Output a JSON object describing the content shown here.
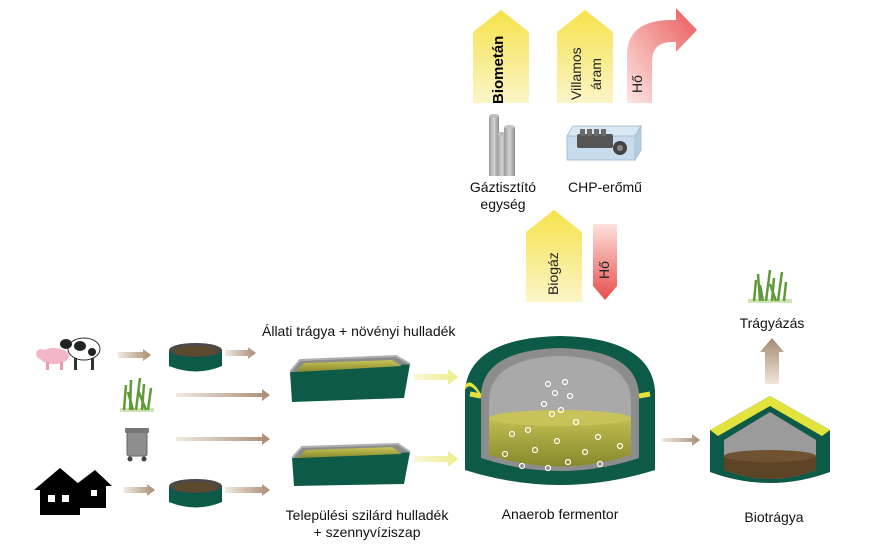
{
  "products": {
    "biomethane": "Biometán",
    "electricity_line1": "Villamos",
    "electricity_line2": "áram",
    "heat_top": "Hő"
  },
  "units": {
    "gas_cleaning_line1": "Gáztisztító",
    "gas_cleaning_line2": "egység",
    "chp": "CHP-erőmű"
  },
  "flows": {
    "biogas": "Biogáz",
    "heat": "Hő"
  },
  "inputs": {
    "manure_plant": "Állati trágya + növényi hulladék",
    "municipal_line1": "Települési szilárd hulladék",
    "municipal_line2": "+ szennyvíziszap"
  },
  "process": {
    "fermenter": "Anaerob fermentor",
    "digestate": "Biotrágya",
    "fertilization": "Trágyázás"
  },
  "colors": {
    "tank_green": "#0e5a48",
    "slurry": "#a9a843",
    "arrow_brown": "#b59c85",
    "arrow_yellow": "#f7ea7a",
    "arrow_red": "#ee6d6d",
    "band_yellow": "#e2e33c"
  }
}
